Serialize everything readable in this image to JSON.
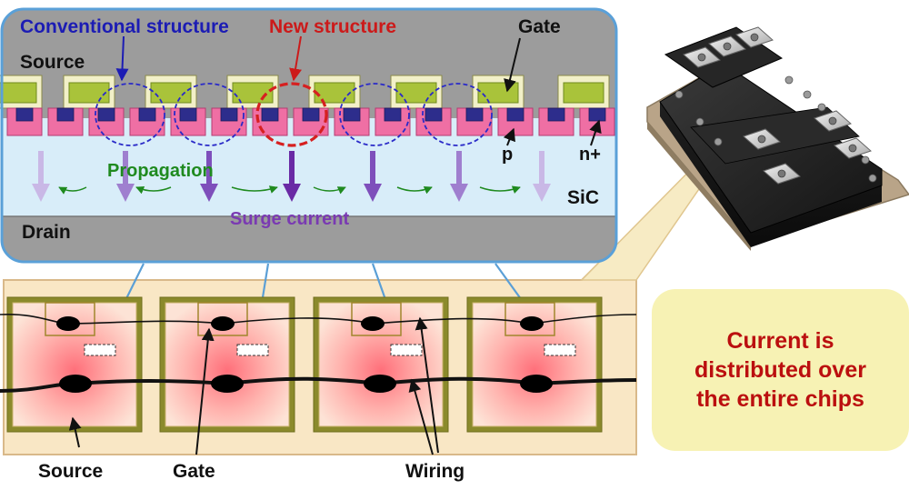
{
  "cross_section": {
    "conventional_label": "Conventional structure",
    "new_label": "New structure",
    "gate_label": "Gate",
    "source_label": "Source",
    "propagation_label": "Propagation",
    "sic_label": "SiC",
    "drain_label": "Drain",
    "surge_label": "Surge current",
    "p_label": "p",
    "nplus_label": "n+"
  },
  "chip_row": {
    "source_label": "Source",
    "gate_label": "Gate",
    "wiring_label": "Wiring"
  },
  "callout": {
    "text": "Current is\ndistributed over\nthe entire chips"
  },
  "colors": {
    "conventional": "#1c1cb4",
    "new": "#cc1a1a",
    "propagation": "#1f8a1f",
    "surge": "#7a3ab2",
    "callout_text": "#bb0f0f"
  }
}
